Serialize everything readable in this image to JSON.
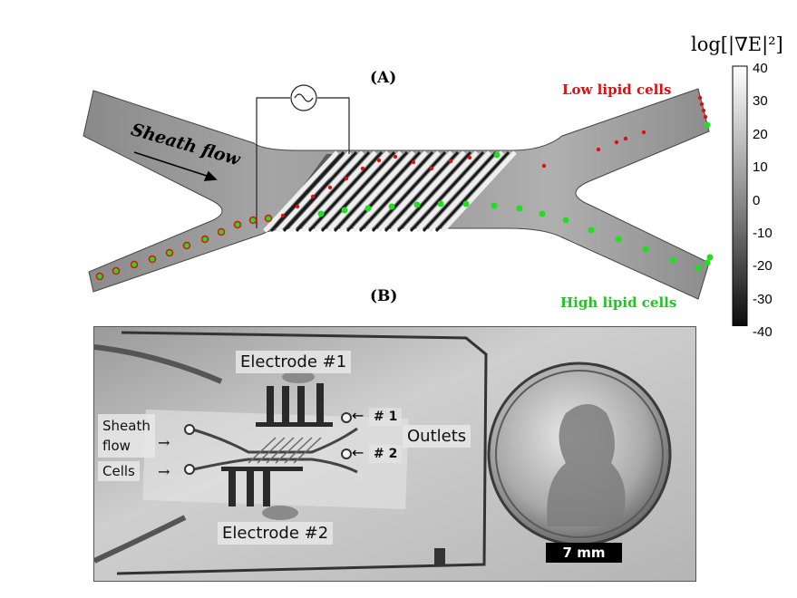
{
  "panel_a": {
    "label": "(A)",
    "sheath_flow_label": "Sheath flow",
    "low_lipid_label": "Low lipid cells",
    "high_lipid_label": "High lipid cells"
  },
  "panel_b": {
    "label": "(B)",
    "electrode_1": "Electrode #1",
    "electrode_2": "Electrode #2",
    "sheath_label_line1": "Sheath",
    "sheath_label_line2": "flow",
    "cells_label": "Cells",
    "outlet_1": "# 1",
    "outlet_2": "# 2",
    "outlets_label": "Outlets",
    "scale_bar": "7 mm"
  },
  "colorbar": {
    "title": "log[|∇E|²]",
    "ticks": [
      "40",
      "30",
      "20",
      "10",
      "0",
      "-10",
      "-20",
      "-30",
      "-40"
    ],
    "range": [
      -40,
      40
    ]
  },
  "colors": {
    "low_lipid": "#e01010",
    "high_lipid": "#22dd22"
  }
}
